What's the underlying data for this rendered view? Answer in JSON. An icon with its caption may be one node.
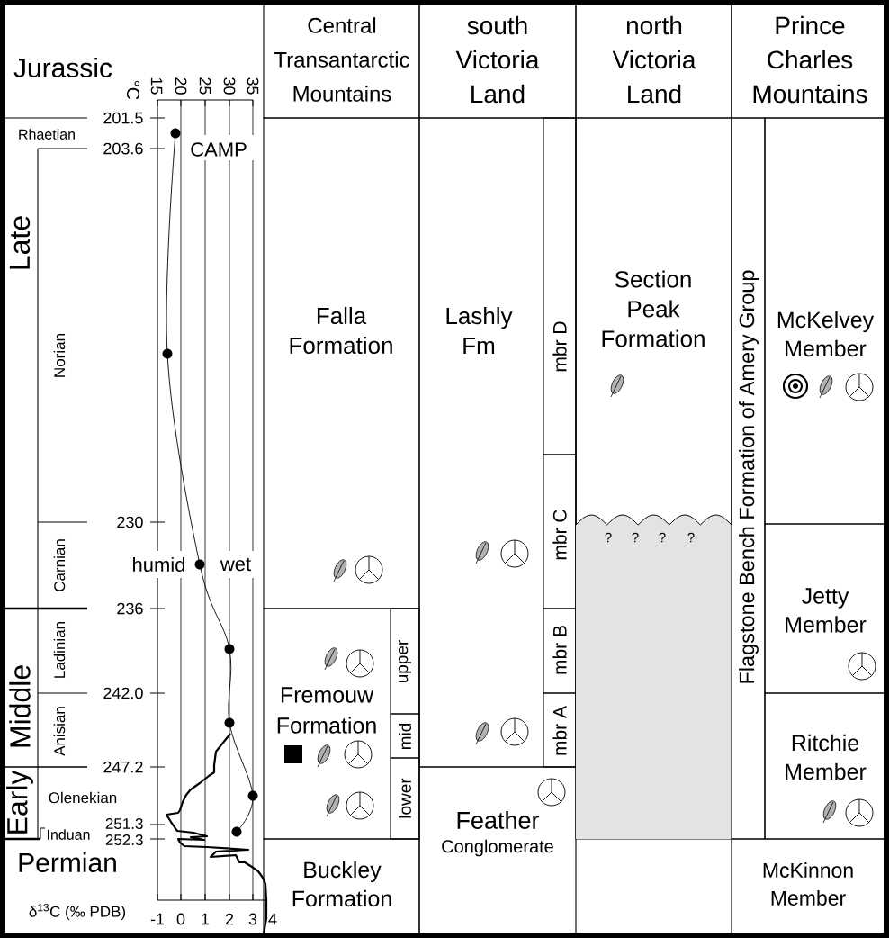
{
  "diagram": {
    "nodes": [
      {
        "text": [
          "Central Transantarctic Mountains"
        ]
      },
      {
        "text": [
          "south Victoria Land"
        ]
      },
      {
        "text": [
          "north Victoria Land"
        ]
      },
      {
        "text": [
          "Prince Charles Mountains"
        ]
      },
      {
        "text": [
          "Falla Formation"
        ]
      },
      {
        "text": [
          "Fremouw Formation"
        ]
      },
      {
        "text": [
          "upper"
        ],
        "in": 5
      },
      {
        "text": [
          "mid"
        ],
        "in": 5
      },
      {
        "text": [
          "lower"
        ],
        "in": 5
      },
      {
        "text": [
          "Buckley Formation"
        ]
      },
      {
        "text": [
          "Lashly Fm"
        ]
      },
      {
        "text": [
          "mbr D"
        ],
        "in": 10
      },
      {
        "text": [
          "mbr C"
        ],
        "in": 10
      },
      {
        "text": [
          "mbr B"
        ],
        "in": 10
      },
      {
        "text": [
          "mbr A"
        ],
        "in": 10
      },
      {
        "text": [
          "Feather",
          "Conglomerate"
        ]
      },
      {
        "text": [
          "Section Peak Formation"
        ]
      },
      {
        "text": [
          "Flagstone Bench Formation of Amery Group"
        ]
      },
      {
        "text": [
          "McKelvey Member"
        ]
      },
      {
        "text": [
          "Jetty Member"
        ]
      },
      {
        "text": [
          "Ritchie Member"
        ]
      },
      {
        "text": [
          "McKinnon Member"
        ]
      }
    ],
    "labels": [
      "Jurassic",
      "°C",
      "15",
      "20",
      "25",
      "30",
      "35",
      "201.5",
      "Rhaetian",
      "203.6",
      "CAMP",
      "Late",
      "Norian",
      "230",
      "Carnian",
      "humid",
      "wet",
      "236",
      "Ladinian",
      "Middle",
      "242.0",
      "Anisian",
      "247.2",
      "Early",
      "Olenekian",
      "251.3",
      "Induan",
      "252.3",
      "Permian",
      "?",
      "?",
      "?",
      "?",
      "δ$^{13}$C (‰ PDB)",
      "-1",
      "0",
      "1",
      "2",
      "3",
      "4"
    ]
  }
}
